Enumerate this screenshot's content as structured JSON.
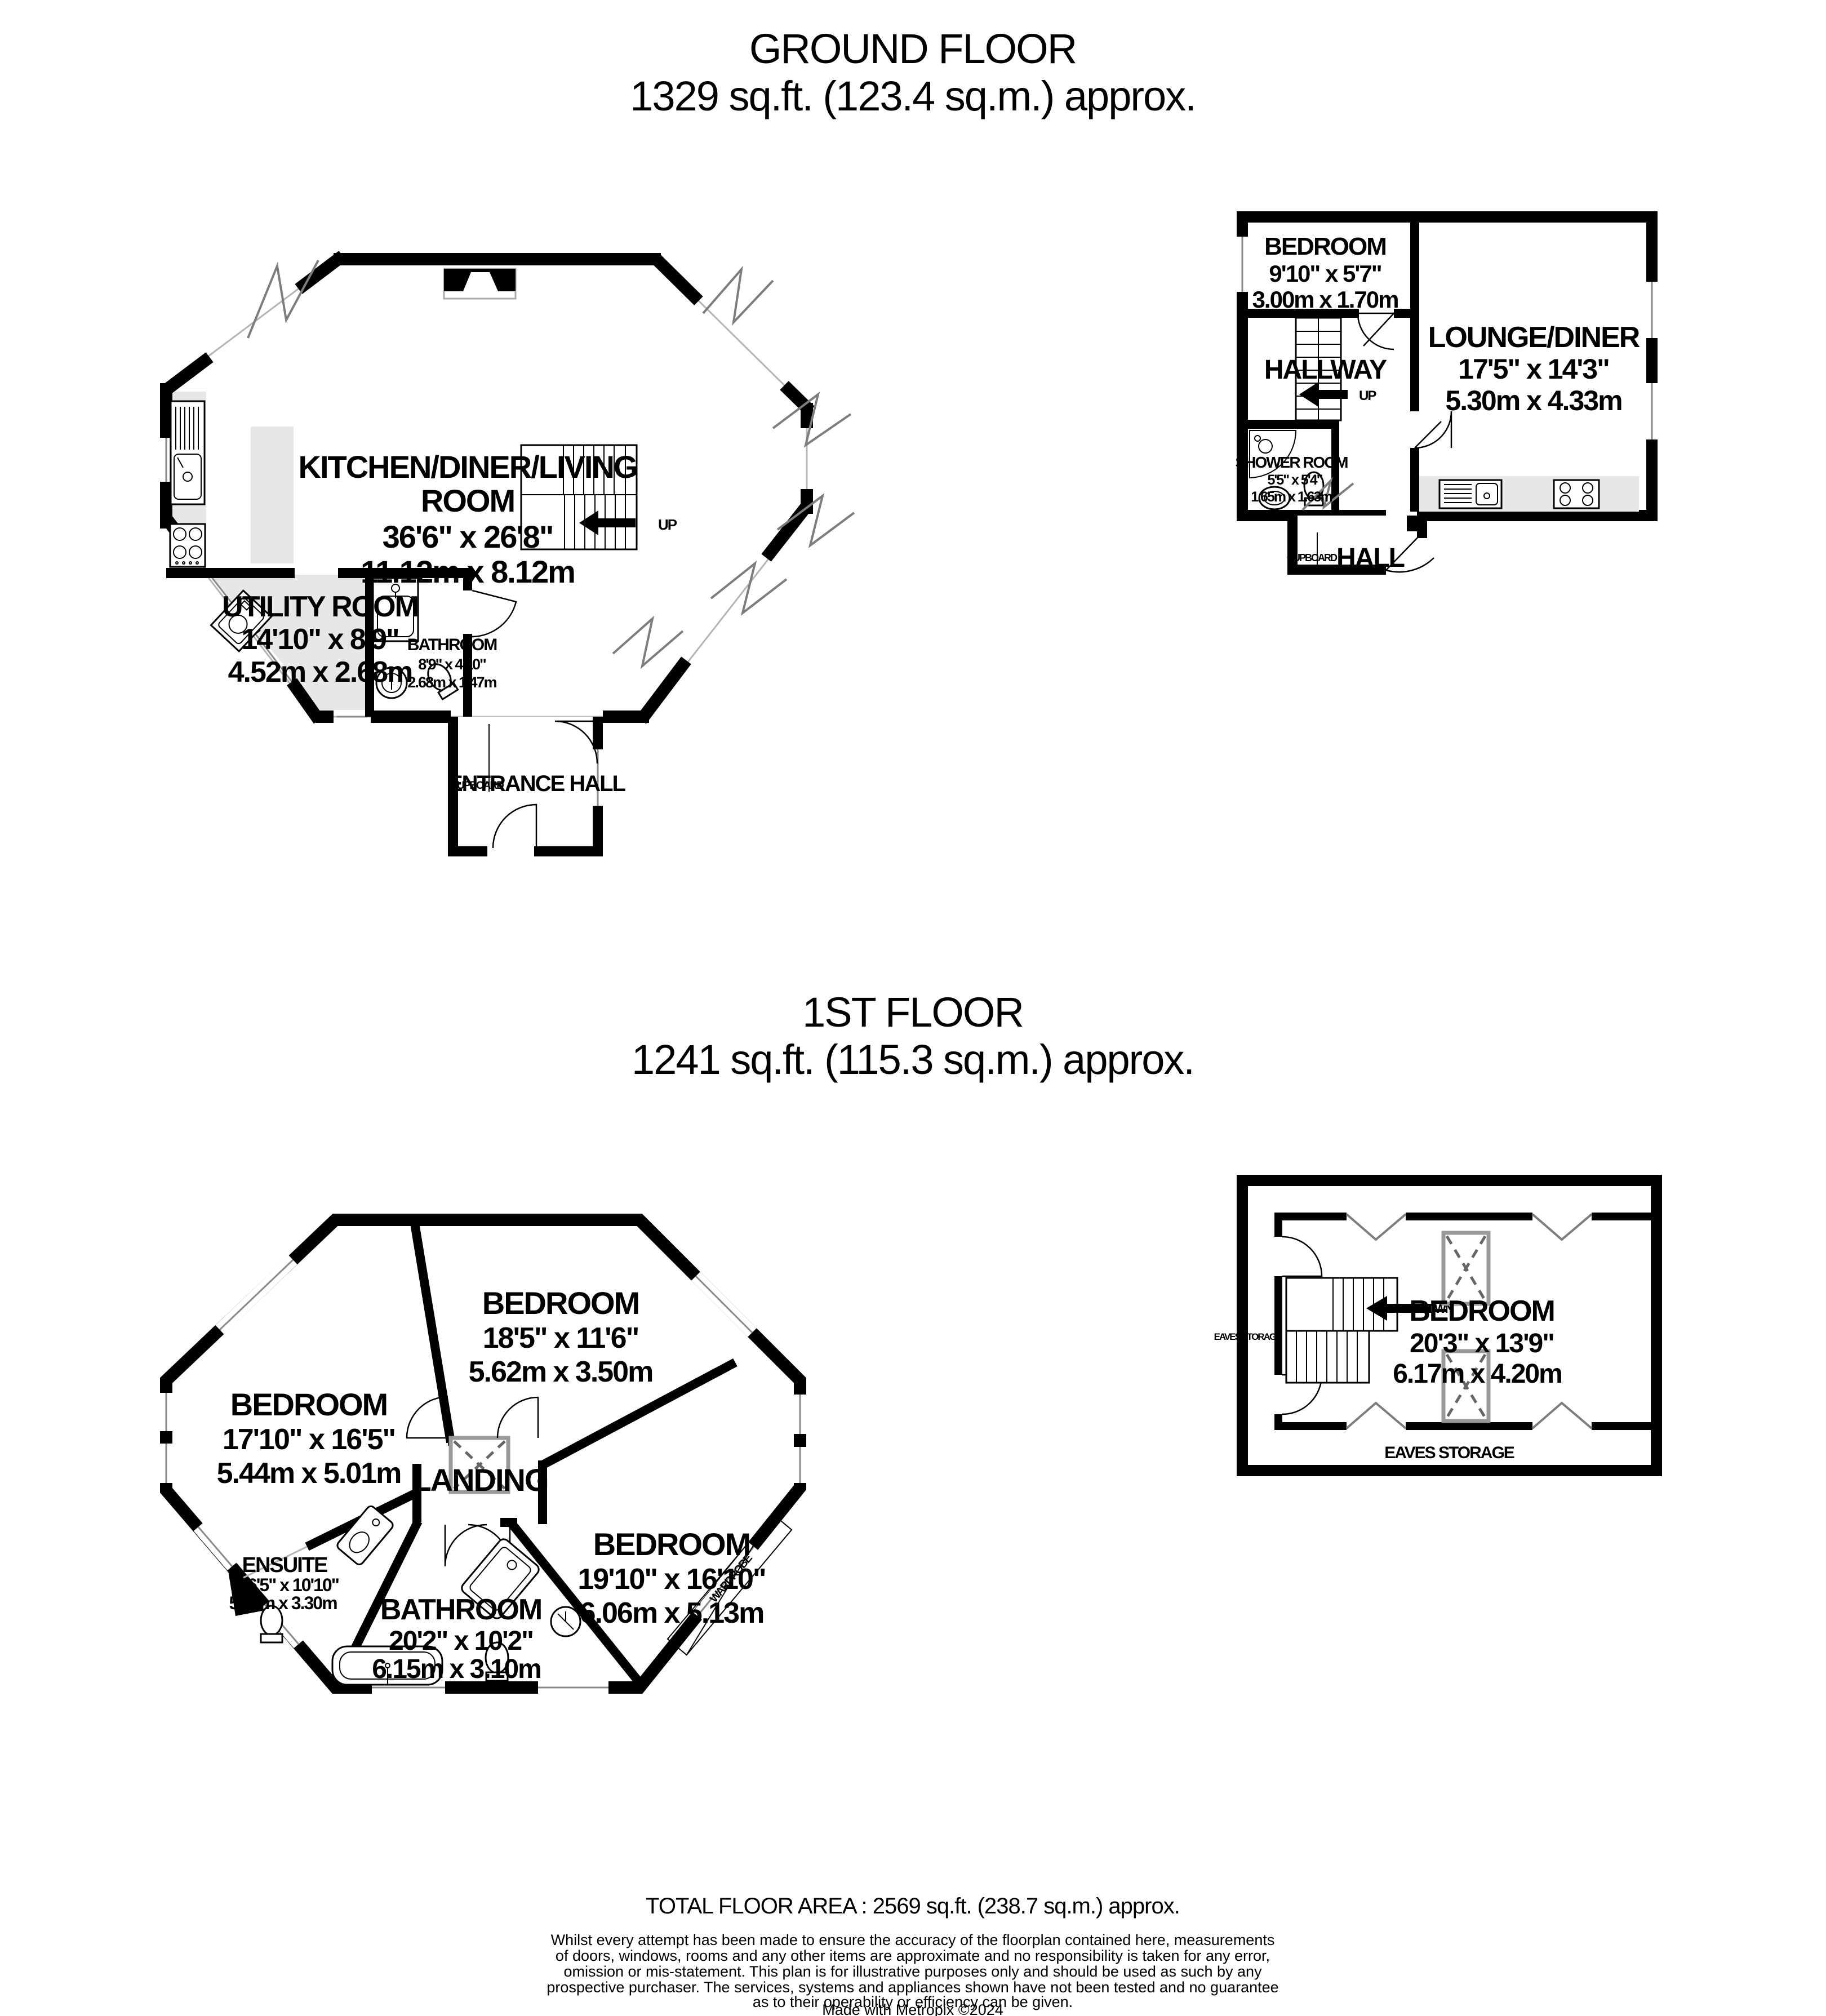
{
  "ground_floor": {
    "title": "GROUND FLOOR",
    "area": "1329 sq.ft. (123.4 sq.m.) approx.",
    "kitchen": {
      "name_line1": "KITCHEN/DINER/LIVING",
      "name_line2": "ROOM",
      "size_imperial": "36'6\"  x 26'8\"",
      "size_metric": "11.12m  x 8.12m"
    },
    "utility": {
      "name": "UTILITY ROOM",
      "size_imperial": "14'10\"  x 8'9\"",
      "size_metric": "4.52m  x 2.68m"
    },
    "bathroom": {
      "name": "BATHROOM",
      "size_imperial": "8'9\"  x 4'10\"",
      "size_metric": "2.68m  x 1.47m"
    },
    "entrance_hall": {
      "name": "ENTRANCE HALL",
      "cupboard": "CUPBOARD"
    },
    "stairs_label": "UP",
    "annex": {
      "bedroom": {
        "name": "BEDROOM",
        "size_imperial": "9'10\"  x 5'7\"",
        "size_metric": "3.00m  x 1.70m"
      },
      "lounge": {
        "name": "LOUNGE/DINER",
        "size_imperial": "17'5\"  x 14'3\"",
        "size_metric": "5.30m  x 4.33m"
      },
      "hallway": {
        "name": "HALLWAY",
        "stairs_label": "UP"
      },
      "shower_room": {
        "name": "SHOWER ROOM",
        "size_imperial": "5'5\"  x 5'4\"",
        "size_metric": "1.65m  x 1.63m"
      },
      "hall": {
        "name": "HALL",
        "cupboard": "CUPBOARD"
      }
    }
  },
  "first_floor": {
    "title": "1ST FLOOR",
    "area": "1241 sq.ft. (115.3 sq.m.) approx.",
    "bedroom_top": {
      "name": "BEDROOM",
      "size_imperial": "18'5\"  x 11'6\"",
      "size_metric": "5.62m  x 3.50m"
    },
    "bedroom_left": {
      "name": "BEDROOM",
      "size_imperial": "17'10\"  x 16'5\"",
      "size_metric": "5.44m  x 5.01m"
    },
    "bedroom_right": {
      "name": "BEDROOM",
      "size_imperial": "19'10\"  x 16'10\"",
      "size_metric": "6.06m  x 5.13m"
    },
    "landing": {
      "name": "LANDING"
    },
    "ensuite": {
      "name": "ENSUITE",
      "size_imperial": "16'5\"  x 10'10\"",
      "size_metric": "5.01m  x 3.30m"
    },
    "bathroom": {
      "name": "BATHROOM",
      "size_imperial": "20'2\"  x 10'2\"",
      "size_metric": "6.15m  x 3.10m"
    },
    "wardrobe": "WARDROBE",
    "annex": {
      "bedroom": {
        "name": "BEDROOM",
        "size_imperial": "20'3\"  x 13'9\"",
        "size_metric": "6.17m  x 4.20m"
      },
      "eaves_bottom": "EAVES STORAGE",
      "eaves_side": "EAVES STORAGE",
      "stairs_label": "DOWN"
    }
  },
  "footer": {
    "total": "TOTAL FLOOR AREA : 2569 sq.ft. (238.7 sq.m.) approx.",
    "disclaimer_lines": [
      "Whilst every attempt has been made to ensure the accuracy of the floorplan contained here, measurements",
      "of doors, windows, rooms and any other items are approximate and no responsibility is taken for any error,",
      "omission or mis-statement. This plan is for illustrative purposes only and should be used as such by any",
      "prospective purchaser. The services, systems and appliances shown have not been tested and no guarantee",
      "as to their operability or efficiency can be given."
    ],
    "credit": "Made with Metropix ©2024"
  }
}
